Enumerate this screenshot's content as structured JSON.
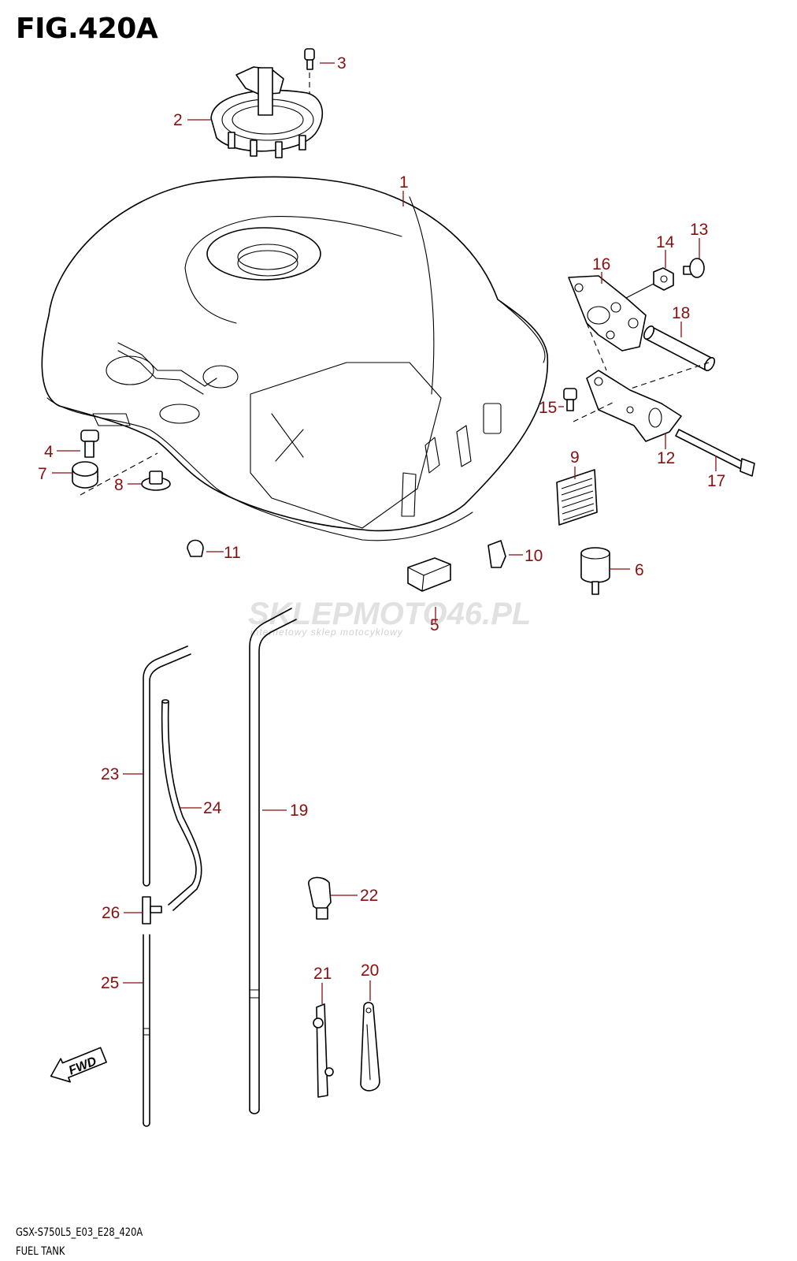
{
  "figure": {
    "title": "FIG.420A",
    "model_code": "GSX-S750L5_E03_E28_420A",
    "section_name": "FUEL TANK"
  },
  "direction_arrow": "FWD",
  "watermark": {
    "brand": "SKLEPMOTO46.PL",
    "tagline": "internetowy sklep motocyklowy"
  },
  "callouts": [
    "1",
    "2",
    "3",
    "4",
    "5",
    "6",
    "7",
    "8",
    "9",
    "10",
    "11",
    "12",
    "13",
    "14",
    "15",
    "16",
    "17",
    "18",
    "19",
    "20",
    "21",
    "22",
    "23",
    "24",
    "25",
    "26"
  ]
}
